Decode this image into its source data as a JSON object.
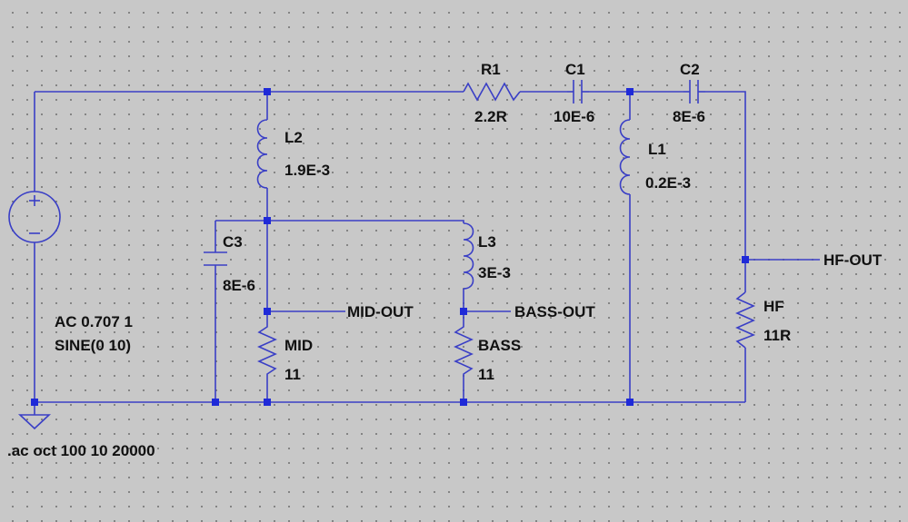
{
  "colors": {
    "background": "#c8c8c8",
    "grid_dot": "#7a7a7a",
    "wire": "#3a3fc6",
    "junction": "#1f2ad8",
    "text": "#111111"
  },
  "components": {
    "R1": {
      "name": "R1",
      "value": "2.2R"
    },
    "C1": {
      "name": "C1",
      "value": "10E-6"
    },
    "C2": {
      "name": "C2",
      "value": "8E-6"
    },
    "L1": {
      "name": "L1",
      "value": "0.2E-3"
    },
    "L2": {
      "name": "L2",
      "value": "1.9E-3"
    },
    "L3": {
      "name": "L3",
      "value": "3E-3"
    },
    "C3": {
      "name": "C3",
      "value": "8E-6"
    },
    "MID": {
      "name": "MID",
      "value": "11"
    },
    "BASS": {
      "name": "BASS",
      "value": "11"
    },
    "HF": {
      "name": "HF",
      "value": "11R"
    }
  },
  "source": {
    "line1": "AC 0.707 1",
    "line2": "SINE(0 10)"
  },
  "nets": {
    "mid_out": "MID-OUT",
    "bass_out": "BASS-OUT",
    "hf_out": "HF-OUT"
  },
  "directive": ".ac oct 100 10 20000"
}
